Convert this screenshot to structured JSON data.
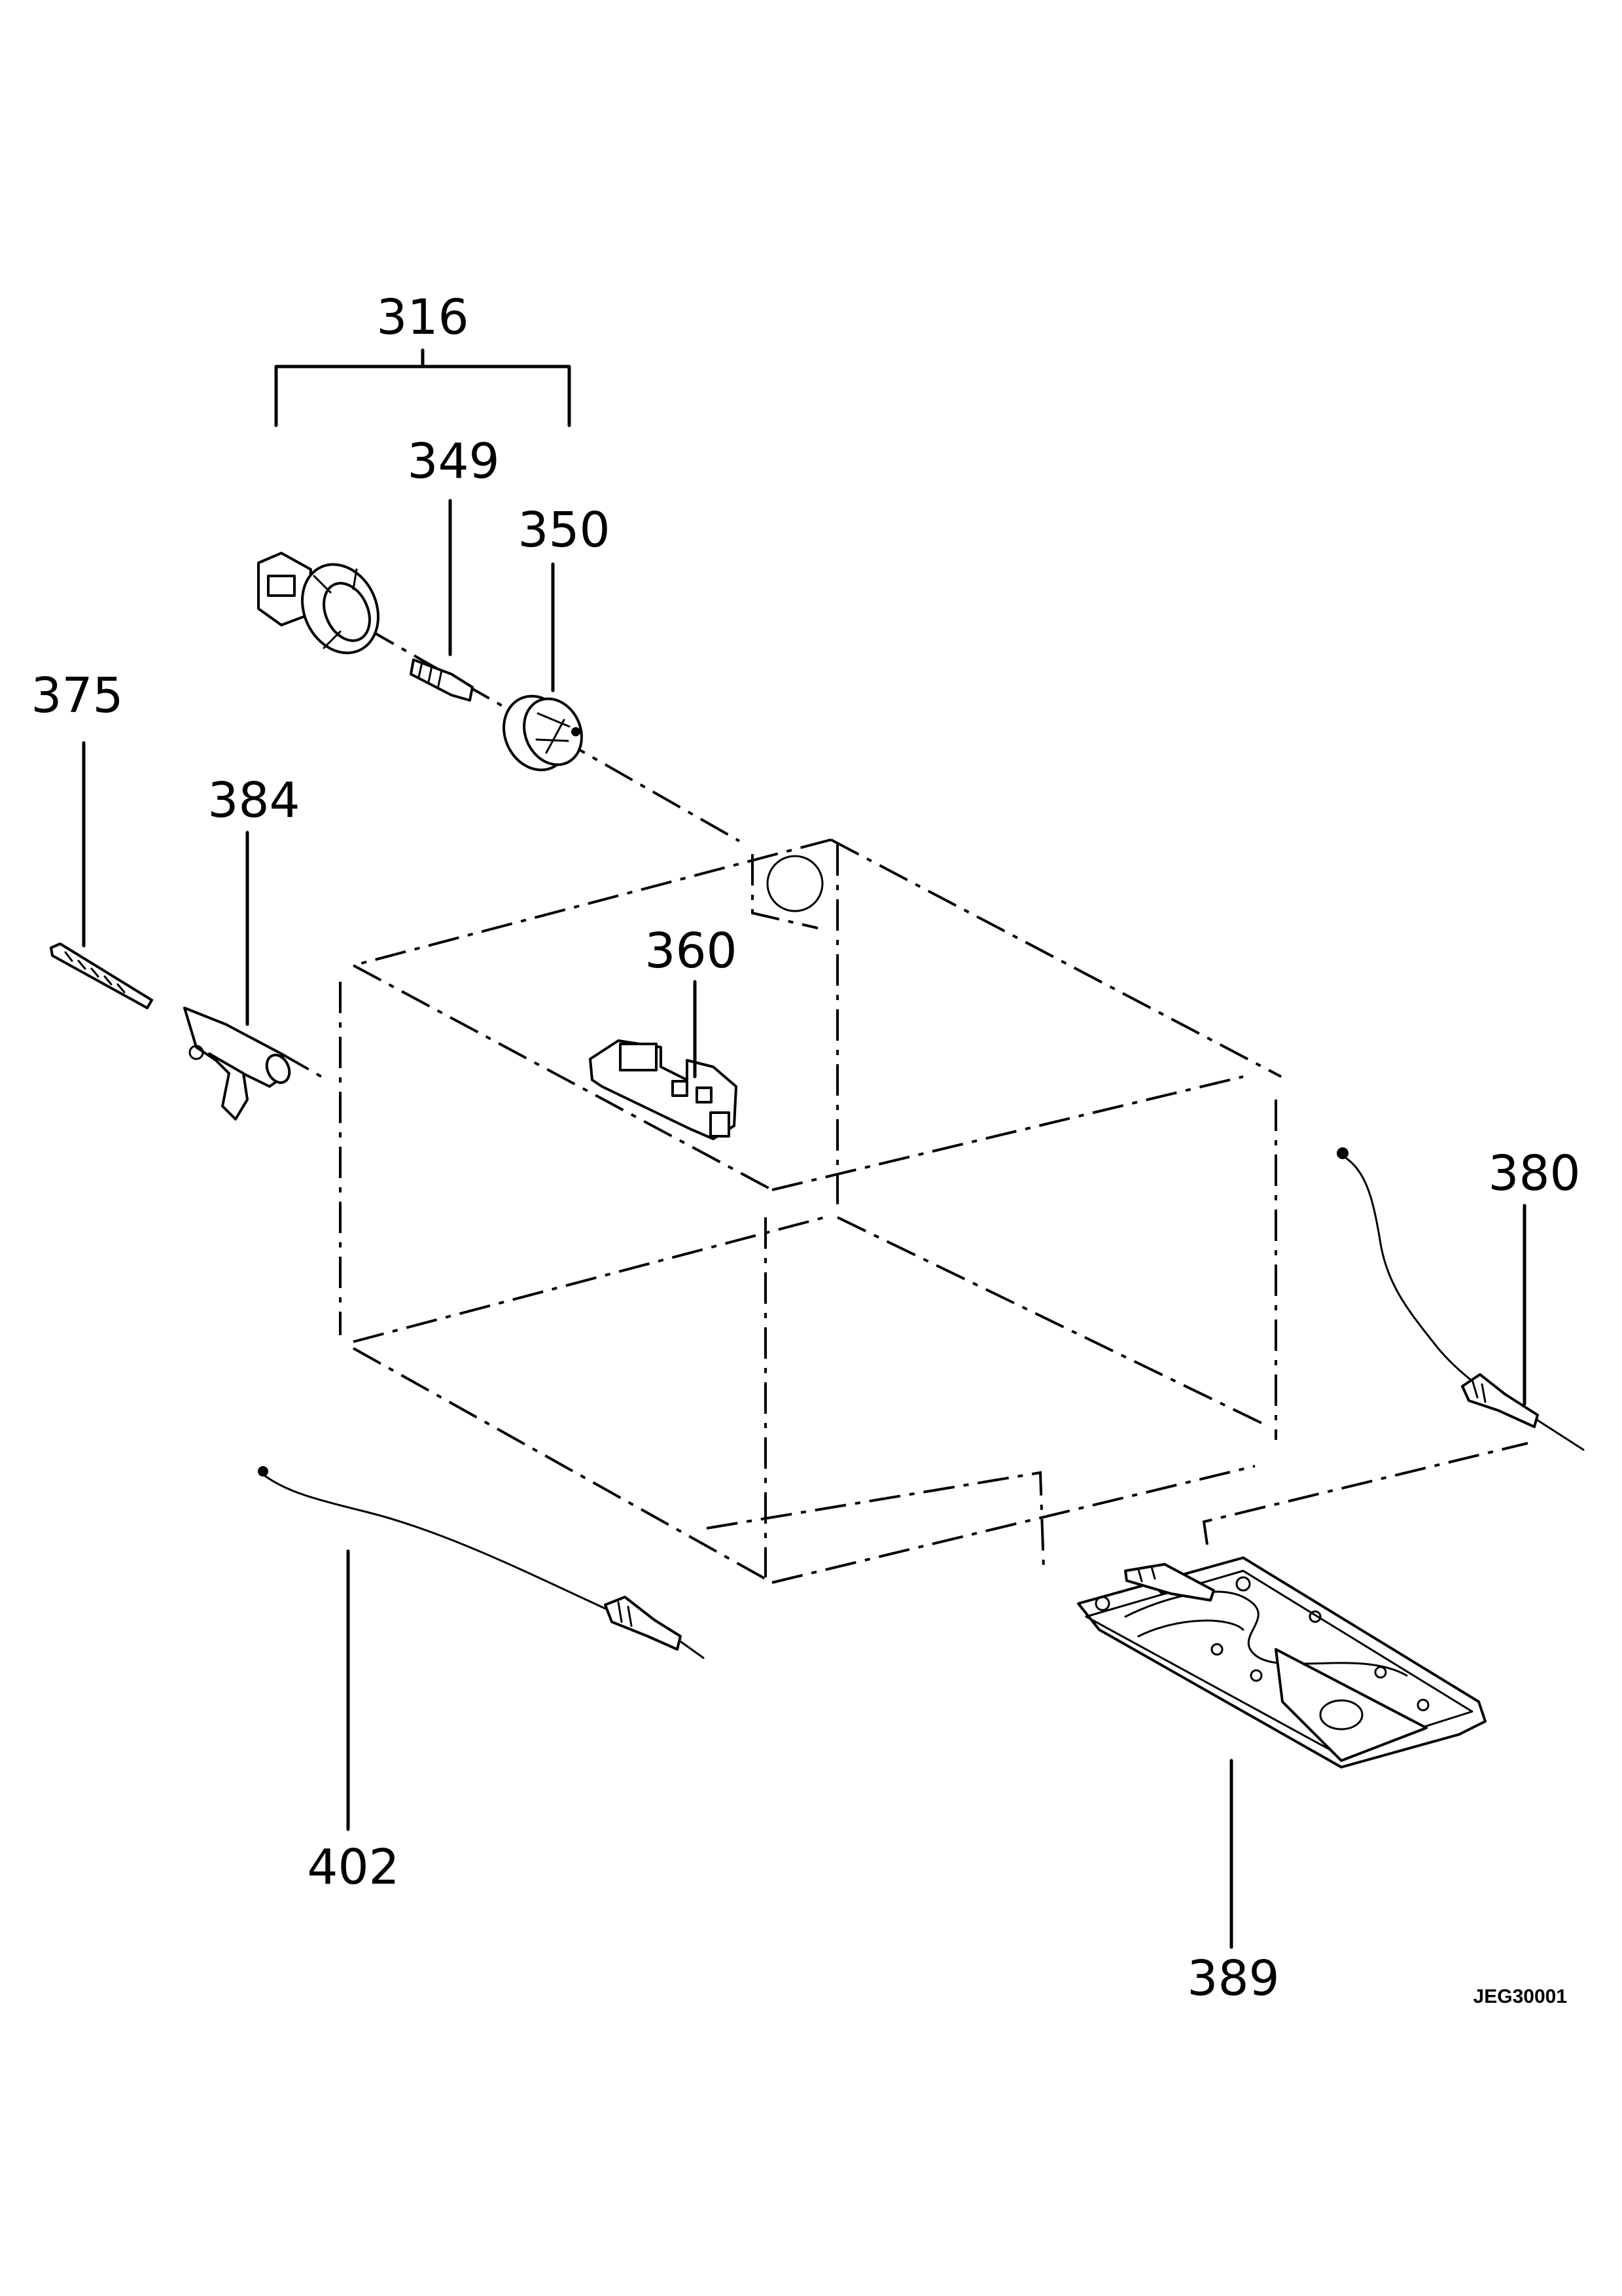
{
  "callouts": {
    "c316": "316",
    "c349": "349",
    "c350": "350",
    "c375": "375",
    "c384": "384",
    "c360": "360",
    "c380": "380",
    "c402": "402",
    "c389": "389"
  },
  "drawing_code": "JEG30001",
  "colors": {
    "ink": "#000000",
    "paper": "#ffffff"
  }
}
